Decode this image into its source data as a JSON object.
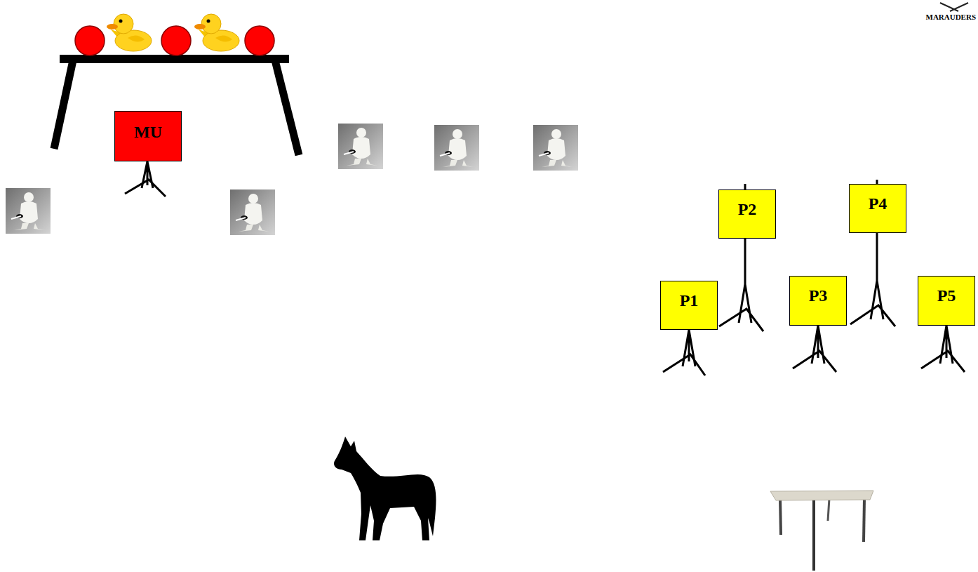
{
  "diagram": {
    "nodes": [
      {
        "text": [
          "MU"
        ]
      },
      {
        "text": [
          "P1"
        ]
      },
      {
        "text": [
          "P2"
        ]
      },
      {
        "text": [
          "P3"
        ]
      },
      {
        "text": [
          "P4"
        ]
      },
      {
        "text": [
          "P5"
        ]
      }
    ],
    "labels": [
      "MARAUDERS"
    ]
  }
}
